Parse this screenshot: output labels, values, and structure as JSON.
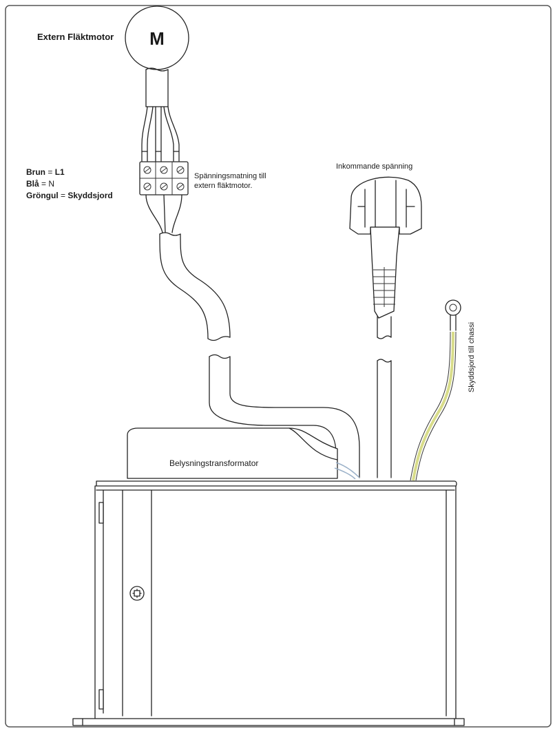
{
  "motor": {
    "label": "Extern Fläktmotor",
    "symbol": "M"
  },
  "wire_legend": [
    {
      "key": "Brun",
      "sep": " = ",
      "value": "L1",
      "bold_value": false
    },
    {
      "key": "Blå",
      "sep": " = ",
      "value": "N",
      "bold_value": false
    },
    {
      "key": "Gröngul",
      "sep": " = ",
      "value": "Skyddsjord",
      "bold_value": true
    }
  ],
  "terminal_label": {
    "line1": "Spänningsmatning till",
    "line2": "extern fläktmotor."
  },
  "plug_label": "Inkommande spänning",
  "earth_label": "Skyddsjord till chassi",
  "transformer_label": "Belysningstransformator",
  "colors": {
    "earth_wire": "#d8dc8a",
    "blue_wire": "#9ab0c8",
    "outline": "#222222"
  }
}
